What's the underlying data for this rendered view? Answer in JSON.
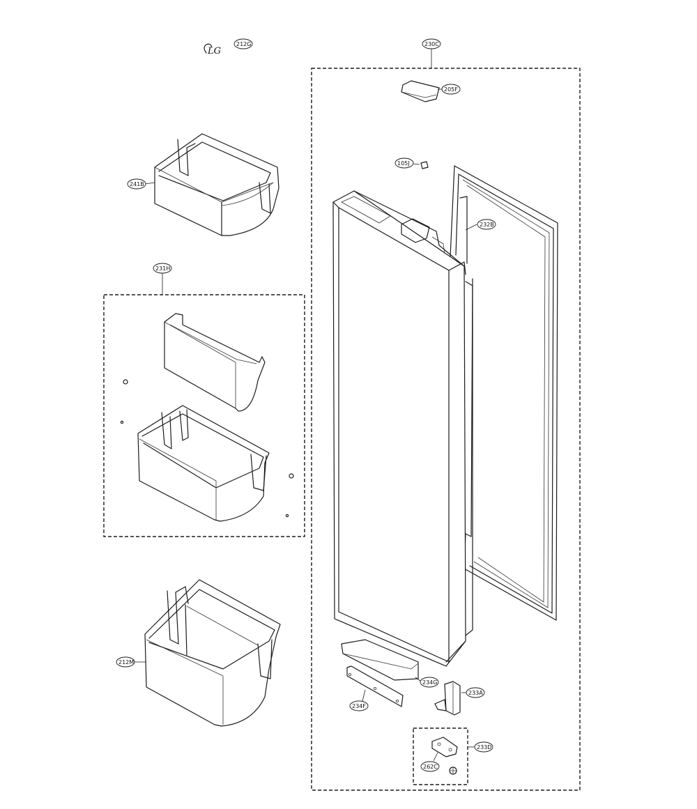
{
  "logo": {
    "text": "LG"
  },
  "callouts": {
    "c212g": "212G",
    "c231b": "241B",
    "c231h": "231H",
    "c212m": "212M",
    "c230c": "230C",
    "c205f": "205F",
    "c105j": "105J",
    "c232b": "232B",
    "c234g": "234G",
    "c233a": "233A",
    "c234f": "234F",
    "c233d": "233D",
    "c262c": "262C"
  },
  "colors": {
    "line": "#1a1a1a",
    "background": "#ffffff"
  }
}
